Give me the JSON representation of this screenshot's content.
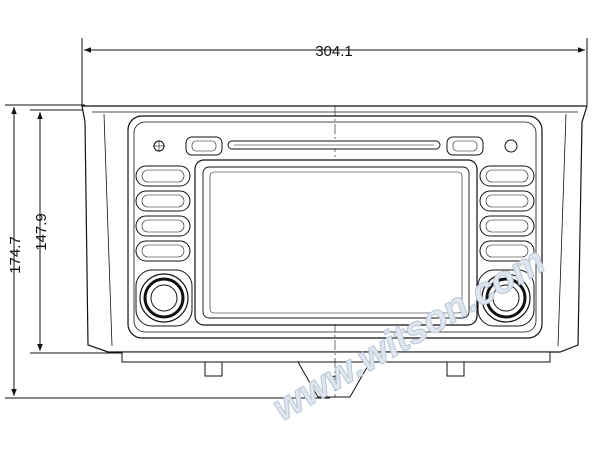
{
  "dimensions": {
    "width_label": "304.1",
    "height_outer_label": "174.7",
    "height_inner_label": "147.9"
  },
  "watermark": "www.witson.com",
  "colors": {
    "line": "#1a1a1a",
    "watermark": "#c9d4e0"
  }
}
